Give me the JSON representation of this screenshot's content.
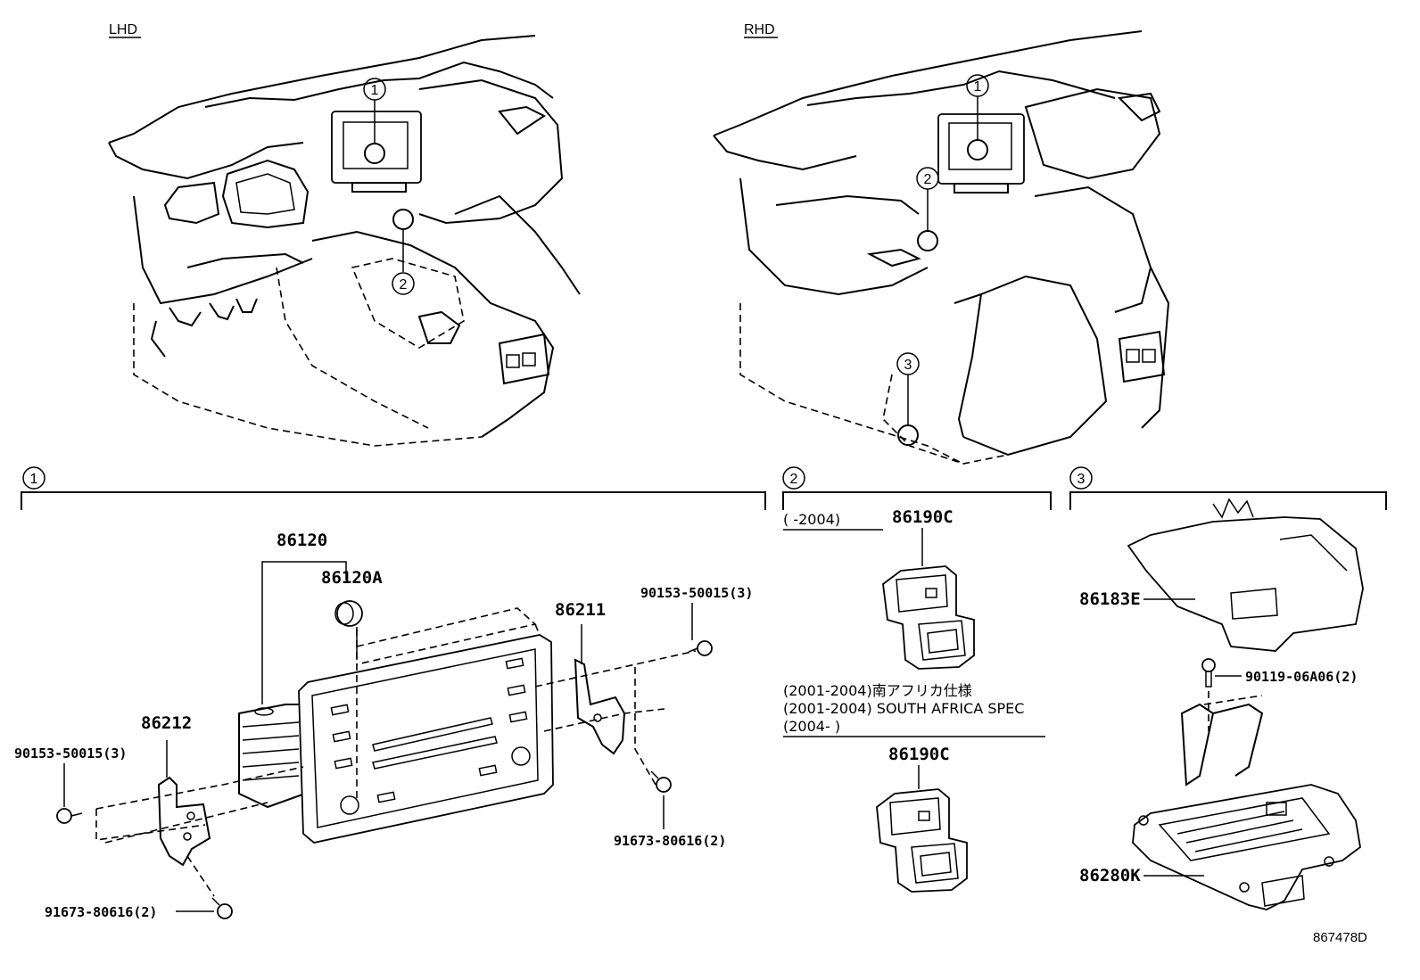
{
  "views": {
    "lhd": "LHD",
    "rhd": "RHD"
  },
  "callouts": {
    "c1": "1",
    "c2": "2",
    "c3": "3"
  },
  "sections": [
    {
      "id": "1",
      "title_marker": "1"
    },
    {
      "id": "2",
      "title_marker": "2"
    },
    {
      "id": "3",
      "title_marker": "3"
    }
  ],
  "parts": {
    "p86120": "86120",
    "p86120A": "86120A",
    "p86211": "86211",
    "p86212": "86212",
    "p90153_right": "90153-50015(3)",
    "p90153_left": "90153-50015(3)",
    "p91673_right": "91673-80616(2)",
    "p91673_left": "91673-80616(2)",
    "p86190C_a": "86190C",
    "p86190C_b": "86190C",
    "p86183E": "86183E",
    "p90119": "90119-06A06(2)",
    "p86280K": "86280K"
  },
  "notes": {
    "range_top": "(       -2004)",
    "jp_spec": "(2001-2004)南アフリカ仕様",
    "en_spec": "(2001-2004) SOUTH AFRICA SPEC",
    "range_bottom": "(2004-          )"
  },
  "diagram_id": "867478D"
}
